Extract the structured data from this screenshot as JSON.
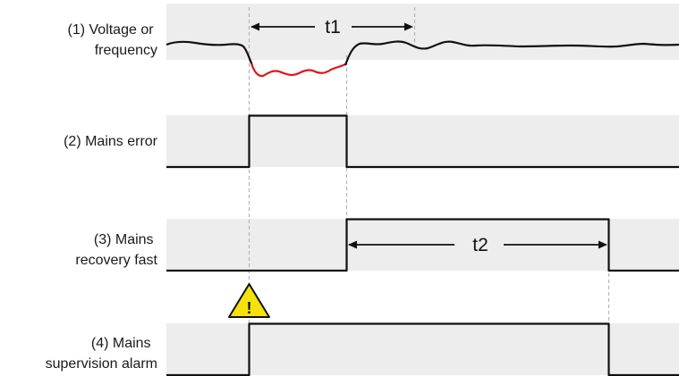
{
  "signals": [
    {
      "label_line1": "(1) Voltage or",
      "label_line2": "frequency"
    },
    {
      "label_line1": "(2) Mains error",
      "label_line2": ""
    },
    {
      "label_line1": "(3) Mains",
      "label_line2": "recovery fast"
    },
    {
      "label_line1": "(4) Mains",
      "label_line2": "supervision alarm"
    }
  ],
  "timers": {
    "t1": "t1",
    "t2": "t2"
  },
  "icons": {
    "warning": "warning-triangle-icon"
  },
  "colors": {
    "band": "#ededed",
    "trace": "#111111",
    "fault_trace": "#e0161b",
    "guide": "#b5b5b5",
    "warning_fill": "#f5e20a"
  }
}
